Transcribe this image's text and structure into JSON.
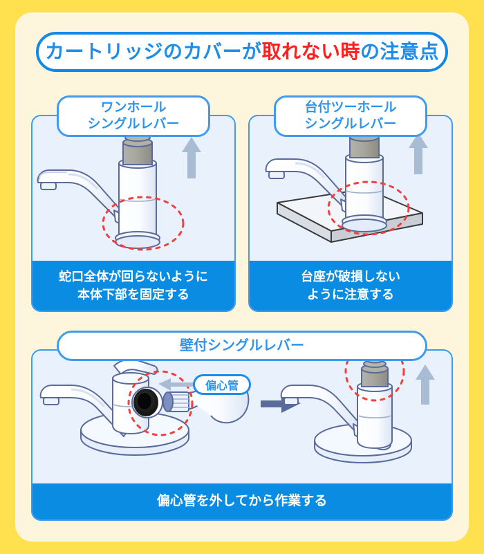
{
  "poster": {
    "frame_color": "#ffe04f",
    "panel_color": "#fdf6dc"
  },
  "title": {
    "before": "カートリッジのカバーが",
    "highlight": "取れない時",
    "after": "の注意点",
    "text_color": "#1f8ce8",
    "highlight_color": "#ff1f1f"
  },
  "cards": [
    {
      "id": "one",
      "head_line1": "ワンホール",
      "head_line2": "シングルレバー",
      "caption_line1": "蛇口全体が回らないように",
      "caption_line2": "本体下部を固定する"
    },
    {
      "id": "two",
      "head_line1": "台付ツーホール",
      "head_line2": "シングルレバー",
      "caption_line1": "台座が破損しない",
      "caption_line2": "ように注意する"
    },
    {
      "id": "three",
      "head_line1": "壁付シングルレバー",
      "caption_line1": "偏心管を外してから作業する",
      "pipe_label": "偏心管"
    }
  ],
  "colors": {
    "accent_blue": "#0a8ce2",
    "border_blue": "#3f9bec",
    "card_bg": "#e9f1fd",
    "highlight_red": "#f0413f",
    "arrow_gray": "#a8bdd4",
    "arrow_navy": "#5a6a99",
    "outline_navy": "#5a6a99",
    "metal_gray": "#9b9b93"
  }
}
